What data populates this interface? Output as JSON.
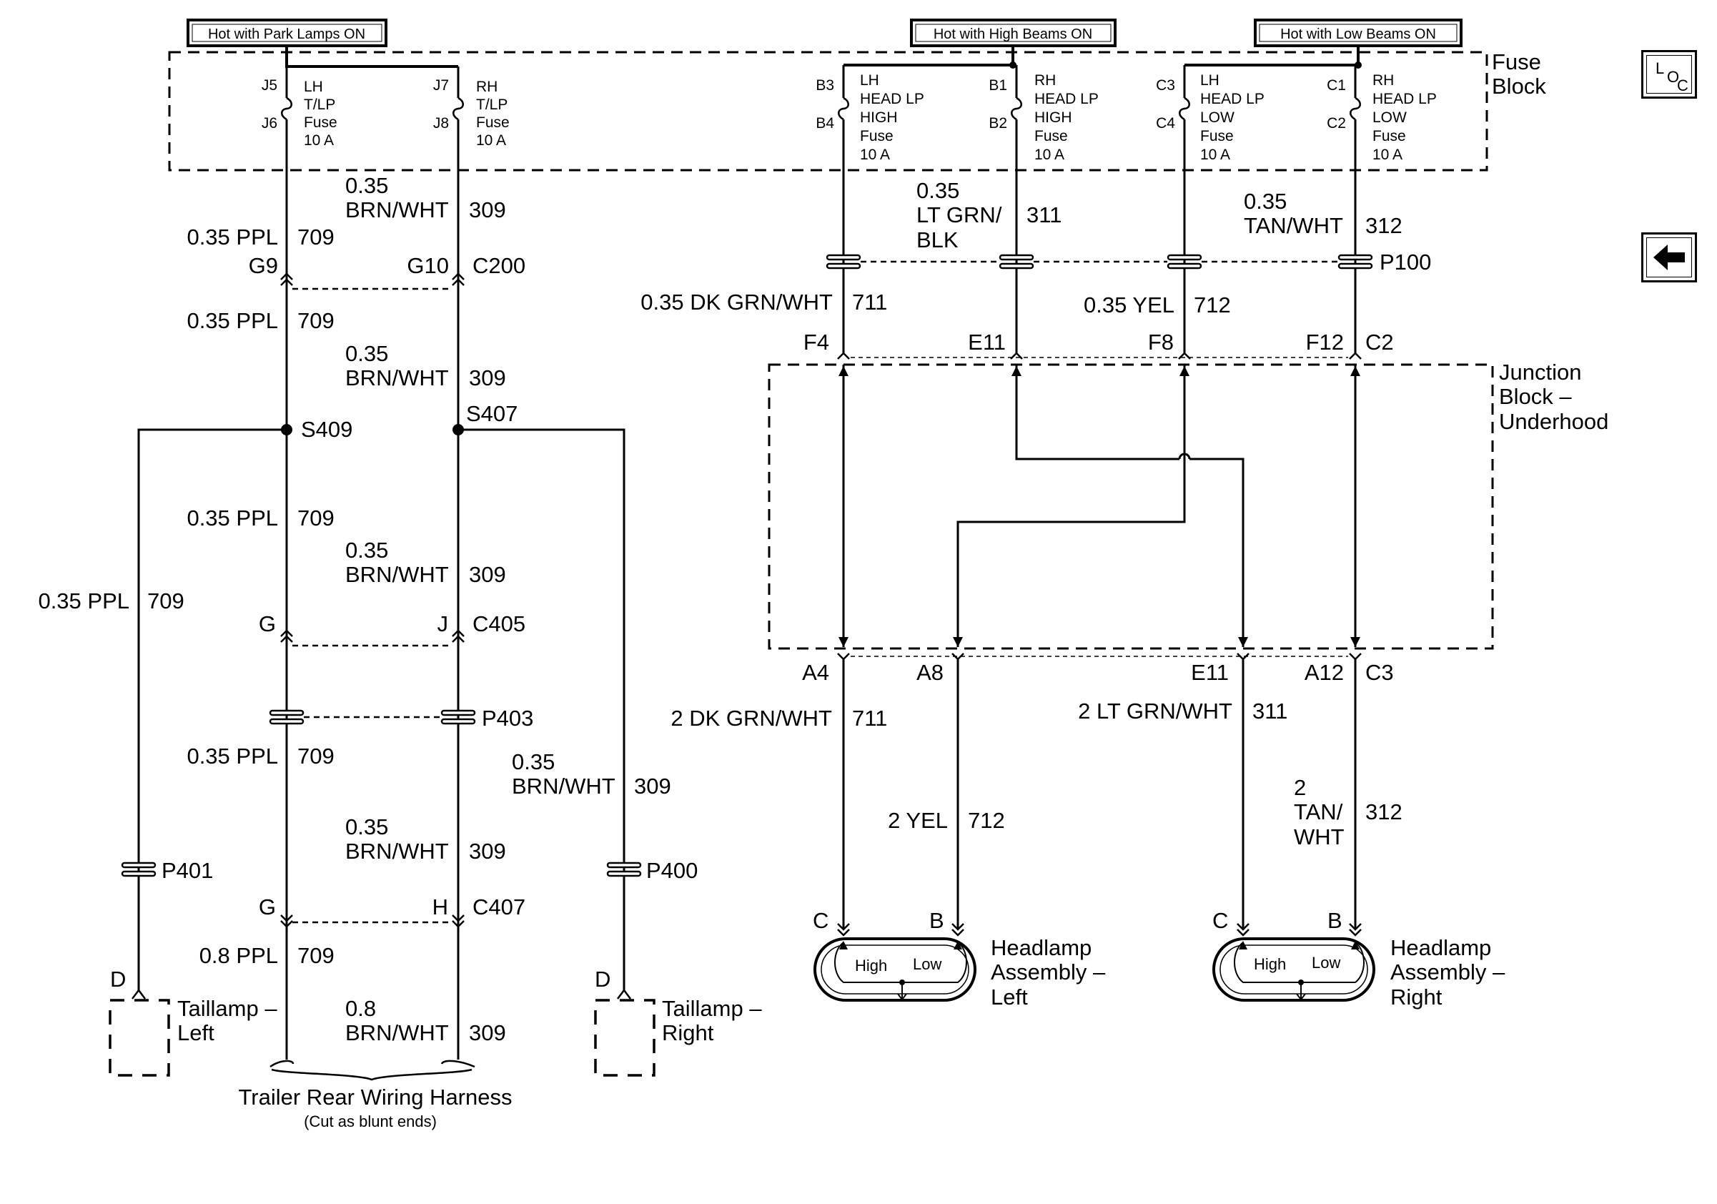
{
  "nav": {
    "loc_l": "L",
    "loc_o": "O",
    "loc_c": "C",
    "back_icon": "left-arrow-icon"
  },
  "headers": {
    "park": "Hot with Park Lamps ON",
    "high": "Hot with High Beams ON",
    "low": "Hot with Low Beams ON"
  },
  "fuse_block": {
    "line1": "Fuse",
    "line2": "Block"
  },
  "fuses": {
    "lh_tlp": {
      "top": "J5",
      "bottom": "J6",
      "l1": "LH",
      "l2": "T/LP",
      "l3": "Fuse",
      "l4": "10 A"
    },
    "rh_tlp": {
      "top": "J7",
      "bottom": "J8",
      "l1": "RH",
      "l2": "T/LP",
      "l3": "Fuse",
      "l4": "10 A"
    },
    "lh_high": {
      "top": "B3",
      "bottom": "B4",
      "l1": "LH",
      "l2": "HEAD LP",
      "l3": "HIGH",
      "l4": "Fuse",
      "l5": "10 A"
    },
    "rh_high": {
      "top": "B1",
      "bottom": "B2",
      "l1": "RH",
      "l2": "HEAD LP",
      "l3": "HIGH",
      "l4": "Fuse",
      "l5": "10 A"
    },
    "lh_low": {
      "top": "C3",
      "bottom": "C4",
      "l1": "LH",
      "l2": "HEAD LP",
      "l3": "LOW",
      "l4": "Fuse",
      "l5": "10 A"
    },
    "rh_low": {
      "top": "C1",
      "bottom": "C2",
      "l1": "RH",
      "l2": "HEAD LP",
      "l3": "LOW",
      "l4": "Fuse",
      "l5": "10 A"
    }
  },
  "wires": {
    "w709_a": {
      "size": "0.35 PPL",
      "circuit": "709"
    },
    "w309_a": {
      "size1": "0.35",
      "size2": "BRN/WHT",
      "circuit": "309"
    },
    "w709_b": {
      "size": "0.35 PPL",
      "circuit": "709"
    },
    "w309_b": {
      "size1": "0.35",
      "size2": "BRN/WHT",
      "circuit": "309"
    },
    "w709_c": {
      "size": "0.35 PPL",
      "circuit": "709"
    },
    "w309_c": {
      "size1": "0.35",
      "size2": "BRN/WHT",
      "circuit": "309"
    },
    "w709_left": {
      "size": "0.35 PPL",
      "circuit": "709"
    },
    "w709_d": {
      "size": "0.35 PPL",
      "circuit": "709"
    },
    "w309_right": {
      "size1": "0.35",
      "size2": "BRN/WHT",
      "circuit": "309"
    },
    "w309_d": {
      "size1": "0.35",
      "size2": "BRN/WHT",
      "circuit": "309"
    },
    "w709_e": {
      "size": "0.8 PPL",
      "circuit": "709"
    },
    "w309_e": {
      "size1": "0.8",
      "size2": "BRN/WHT",
      "circuit": "309"
    },
    "w311_top": {
      "size1": "0.35",
      "size2": "LT GRN/",
      "size3": "BLK",
      "circuit": "311"
    },
    "w312_top": {
      "size1": "0.35",
      "size2": "TAN/WHT",
      "circuit": "312"
    },
    "w711_mid": {
      "size": "0.35 DK GRN/WHT",
      "circuit": "711"
    },
    "w712_mid": {
      "size": "0.35 YEL",
      "circuit": "712"
    },
    "w711_bot": {
      "size": "2 DK GRN/WHT",
      "circuit": "711"
    },
    "w311_bot": {
      "size": "2 LT GRN/WHT",
      "circuit": "311"
    },
    "w712_bot": {
      "size": "2 YEL",
      "circuit": "712"
    },
    "w312_bot": {
      "size1": "2",
      "size2": "TAN/",
      "size3": "WHT",
      "circuit": "312"
    }
  },
  "connectors": {
    "g9": "G9",
    "g10": "G10",
    "c200": "C200",
    "s409": "S409",
    "s407": "S407",
    "g_c405": "G",
    "j_c405": "J",
    "c405": "C405",
    "p403": "P403",
    "p401": "P401",
    "p400": "P400",
    "g_c407": "G",
    "h_c407": "H",
    "c407": "C407",
    "p100": "P100",
    "f4": "F4",
    "e11_top": "E11",
    "f8": "F8",
    "f12": "F12",
    "c2": "C2",
    "a4": "A4",
    "a8": "A8",
    "e11_bot": "E11",
    "a12": "A12",
    "c3": "C3",
    "d_left": "D",
    "d_right": "D",
    "hl_left_c": "C",
    "hl_left_b": "B",
    "hl_right_c": "C",
    "hl_right_b": "B"
  },
  "junction_block": {
    "line1": "Junction",
    "line2": "Block –",
    "line3": "Underhood"
  },
  "components": {
    "taillamp_left": {
      "line1": "Taillamp –",
      "line2": "Left"
    },
    "taillamp_right": {
      "line1": "Taillamp –",
      "line2": "Right"
    },
    "headlamp_left": {
      "line1": "Headlamp",
      "line2": "Assembly –",
      "line3": "Left",
      "high": "High",
      "low": "Low"
    },
    "headlamp_right": {
      "line1": "Headlamp",
      "line2": "Assembly –",
      "line3": "Right",
      "high": "High",
      "low": "Low"
    }
  },
  "harness": {
    "title": "Trailer Rear Wiring Harness",
    "note": "(Cut as blunt ends)"
  }
}
